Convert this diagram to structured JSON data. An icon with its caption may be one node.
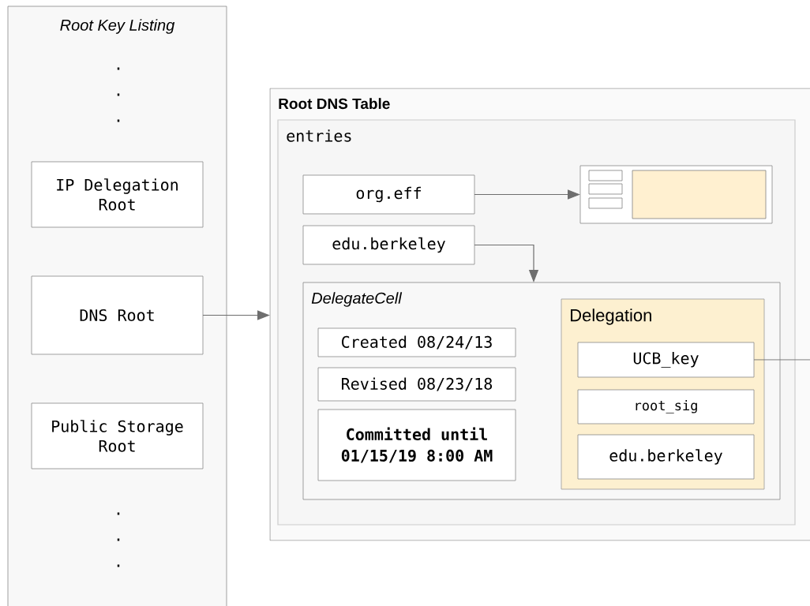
{
  "diagram": {
    "nodes": [
      {
        "text": [
          "Root Key Listing"
        ]
      },
      {
        "text": [
          "IP Delegation Root"
        ],
        "in": 0
      },
      {
        "text": [
          "DNS Root"
        ],
        "in": 0
      },
      {
        "text": [
          "Public Storage Root"
        ],
        "in": 0
      },
      {
        "text": [
          "Root DNS Table"
        ]
      },
      {
        "text": [
          "entries"
        ],
        "in": 4
      },
      {
        "text": [
          "org.eff"
        ],
        "in": 5
      },
      {
        "text": [
          "edu.berkeley"
        ],
        "in": 5
      },
      {
        "text": [],
        "shape": "box",
        "in": 5
      },
      {
        "text": [
          "DelegateCell"
        ],
        "in": 5
      },
      {
        "text": [
          "Created 08/24/13"
        ],
        "in": 9
      },
      {
        "text": [
          "Revised 08/23/18"
        ],
        "in": 9
      },
      {
        "text": [
          "Committed until 01/15/19 8:00 AM"
        ],
        "in": 9
      },
      {
        "text": [
          "Delegation"
        ],
        "in": 9
      },
      {
        "text": [
          "UCB_key"
        ],
        "in": 13
      },
      {
        "text": [
          "root_sig"
        ],
        "in": 13
      },
      {
        "text": [
          "edu.berkeley"
        ],
        "in": 13
      }
    ],
    "edges": [
      {
        "from": 2,
        "to": 4,
        "arrow": "to"
      },
      {
        "from": 6,
        "to": 8,
        "arrow": "to"
      },
      {
        "from": 7,
        "to": 9,
        "arrow": "to"
      },
      {
        "from": 14,
        "to": null,
        "arrow": "none"
      }
    ],
    "labels": [
      ".",
      ".",
      ".",
      ".",
      ".",
      "."
    ]
  }
}
